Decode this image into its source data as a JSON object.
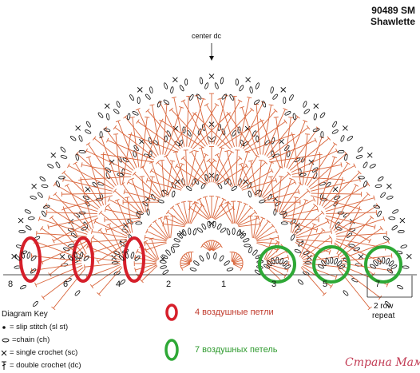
{
  "pattern": {
    "code": "90489 SM",
    "name": "Shawlette"
  },
  "center_label": "center dc",
  "row_numbers": [
    "8",
    "6",
    "4",
    "2",
    "1",
    "3",
    "5",
    "7"
  ],
  "repeat_label": {
    "line1": "2 row",
    "line2": "repeat"
  },
  "diagram_key": {
    "title": "Diagram Key",
    "items": [
      {
        "symbol": "dot-icon",
        "text": "= slip stitch (sl st)"
      },
      {
        "symbol": "oval-icon",
        "text": "=chain (ch)"
      },
      {
        "symbol": "cross-icon",
        "text": "= single crochet (sc)"
      },
      {
        "symbol": "dc-icon",
        "text": "= double crochet (dc)"
      }
    ]
  },
  "legend_ru": [
    {
      "color": "#d61f2a",
      "text": "4 воздушные петли"
    },
    {
      "color": "#2ea836",
      "text": "7 воздушных петель"
    }
  ],
  "watermark": "Страна Мам",
  "colors": {
    "orange": "#d9653b",
    "black": "#111111",
    "red": "#d61f2a",
    "green": "#2ea836"
  }
}
